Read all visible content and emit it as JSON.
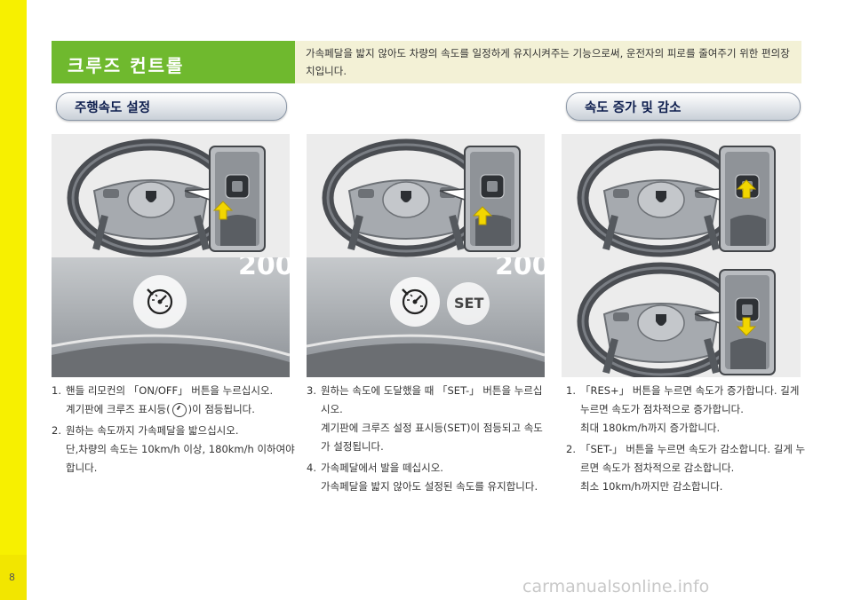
{
  "page": {
    "number": "8",
    "watermark": "carmanualsonline.info"
  },
  "header": {
    "title": "크루즈 컨트롤",
    "intro": "가속페달을 밟지 않아도 차량의 속도를 일정하게 유지시켜주는 기능으로써, 운전자의 피로를 줄여주기 위한 편의장치입니다."
  },
  "sections": [
    {
      "title": "주행속도 설정"
    },
    {
      "title": "속도 증가 및 감소"
    }
  ],
  "cluster": {
    "speed_digits": "200",
    "set_label": "SET"
  },
  "steps_col1": [
    {
      "num": "1.",
      "text": "핸들 리모컨의 「ON/OFF」 버튼을 누르십시오.",
      "sub_before": "계기판에 크루즈 표시등(",
      "sub_after": ")이 점등됩니다."
    },
    {
      "num": "2.",
      "text": "원하는 속도까지 가속페달을 밟으십시오.",
      "sub": "단,차량의 속도는 10km/h 이상, 180km/h 이하여야 합니다."
    }
  ],
  "steps_col2": [
    {
      "num": "3.",
      "text": "원하는 속도에 도달했을 때 「SET-」 버튼을 누르십시오.",
      "sub": "계기판에 크루즈 설정 표시등(SET)이 점등되고 속도가 설정됩니다."
    },
    {
      "num": "4.",
      "text": "가속페달에서 발을 떼십시오.",
      "sub": "가속페달을 밟지 않아도 설정된 속도를 유지합니다."
    }
  ],
  "steps_col3": [
    {
      "num": "1.",
      "text": "「RES+」 버튼을 누르면 속도가 증가합니다. 길게 누르면 속도가 점차적으로 증가합니다.",
      "sub": "최대 180km/h까지 증가합니다."
    },
    {
      "num": "2.",
      "text": "「SET-」 버튼을 누르면 속도가 감소합니다. 길게 누르면 속도가 점차적으로 감소합니다.",
      "sub": "최소 10km/h까지만 감소합니다."
    }
  ],
  "colors": {
    "accent": "#6fb92e",
    "side": "#f7f000",
    "intro_bg": "#f3f1d6",
    "arrow": "#f2d600"
  },
  "icons": [
    "steering-wheel-icon",
    "cruise-indicator-icon",
    "up-arrow-icon",
    "down-arrow-icon"
  ]
}
